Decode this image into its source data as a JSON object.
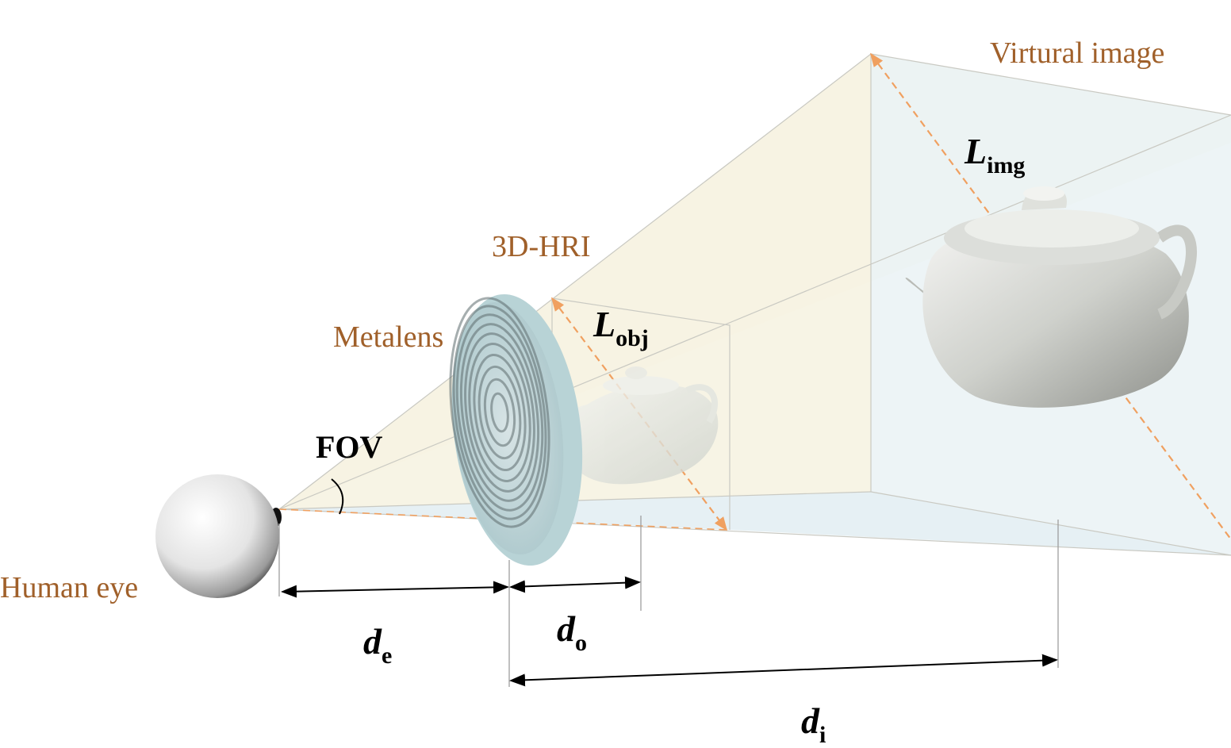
{
  "labels": {
    "virtual_image": "Virtural image",
    "hri": "3D-HRI",
    "metalens": "Metalens",
    "human_eye": "Human eye",
    "fov": "FOV",
    "l_img": {
      "base": "L",
      "sub": "img"
    },
    "l_obj": {
      "base": "L",
      "sub": "obj"
    },
    "d_e": {
      "base": "d",
      "sub": "e"
    },
    "d_o": {
      "base": "d",
      "sub": "o"
    },
    "d_i": {
      "base": "d",
      "sub": "i"
    }
  },
  "colors": {
    "label_orange": "#a0602a",
    "dashed_orange": "#f0a060",
    "pyramid_fill": "#f7f4e6",
    "floor_fill": "#e3eef3",
    "lens_fill": "#b8d3d6",
    "teapot": "#cfd1cc"
  },
  "icons": [
    "eyeball-icon",
    "metalens-icon",
    "teapot-object-icon",
    "teapot-image-icon"
  ]
}
